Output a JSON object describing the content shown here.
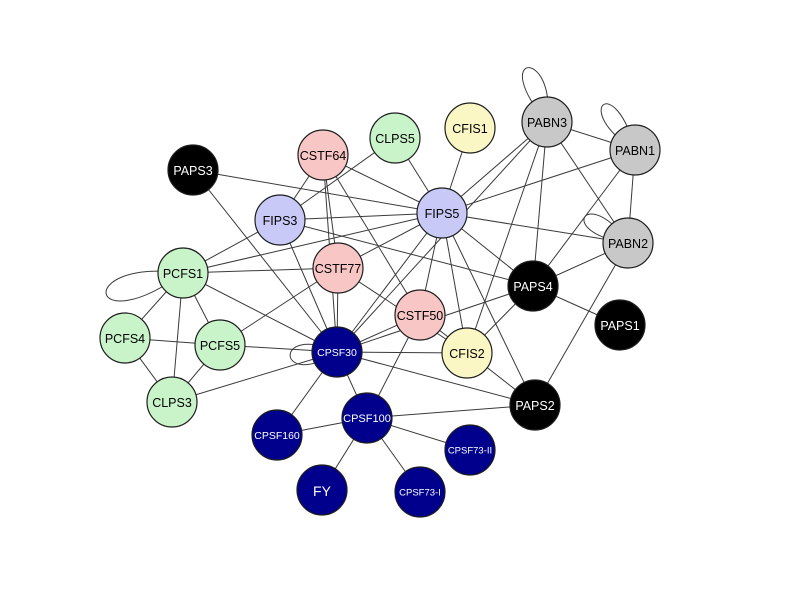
{
  "colors": {
    "background": "#ffffff",
    "edge": "#3a3a3a",
    "node_border": "#1e1e1e",
    "black": "#000000",
    "grey": "#c8c8c8",
    "pink": "#f9c6c6",
    "green": "#c9f3c9",
    "lavender": "#c8c9f7",
    "yellow": "#fbf7c4",
    "navy": "#00008c",
    "text_dark": "#000000",
    "text_light": "#ffffff"
  },
  "nodes": [
    {
      "id": "PAPS3",
      "label": "PAPS3",
      "color": "black"
    },
    {
      "id": "CSTF64",
      "label": "CSTF64",
      "color": "pink"
    },
    {
      "id": "CLPS5",
      "label": "CLPS5",
      "color": "green"
    },
    {
      "id": "CFIS1",
      "label": "CFIS1",
      "color": "yellow"
    },
    {
      "id": "PABN3",
      "label": "PABN3",
      "color": "grey"
    },
    {
      "id": "PABN1",
      "label": "PABN1",
      "color": "grey"
    },
    {
      "id": "FIPS3",
      "label": "FIPS3",
      "color": "lavender"
    },
    {
      "id": "FIPS5",
      "label": "FIPS5",
      "color": "lavender"
    },
    {
      "id": "PABN2",
      "label": "PABN2",
      "color": "grey"
    },
    {
      "id": "PCFS1",
      "label": "PCFS1",
      "color": "green"
    },
    {
      "id": "CSTF77",
      "label": "CSTF77",
      "color": "pink"
    },
    {
      "id": "PAPS4",
      "label": "PAPS4",
      "color": "black"
    },
    {
      "id": "PAPS1",
      "label": "PAPS1",
      "color": "black"
    },
    {
      "id": "PCFS4",
      "label": "PCFS4",
      "color": "green"
    },
    {
      "id": "PCFS5",
      "label": "PCFS5",
      "color": "green"
    },
    {
      "id": "CSTF50",
      "label": "CSTF50",
      "color": "pink"
    },
    {
      "id": "CPSF30",
      "label": "CPSF30",
      "color": "navy"
    },
    {
      "id": "CFIS2",
      "label": "CFIS2",
      "color": "yellow"
    },
    {
      "id": "CLPS3",
      "label": "CLPS3",
      "color": "green"
    },
    {
      "id": "PAPS2",
      "label": "PAPS2",
      "color": "black"
    },
    {
      "id": "CPSF100",
      "label": "CPSF100",
      "color": "navy"
    },
    {
      "id": "CPSF160",
      "label": "CPSF160",
      "color": "navy"
    },
    {
      "id": "CPSF73-II",
      "label": "CPSF73-II",
      "color": "navy"
    },
    {
      "id": "FY",
      "label": "FY",
      "color": "navy"
    },
    {
      "id": "CPSF73-I",
      "label": "CPSF73-I",
      "color": "navy"
    }
  ],
  "edges": [
    [
      "PAPS3",
      "FIPS5"
    ],
    [
      "PAPS3",
      "CPSF30"
    ],
    [
      "CSTF64",
      "FIPS3"
    ],
    [
      "CSTF64",
      "FIPS5"
    ],
    [
      "CSTF64",
      "CSTF77"
    ],
    [
      "CSTF64",
      "CSTF50"
    ],
    [
      "CSTF64",
      "CPSF30"
    ],
    [
      "CLPS5",
      "FIPS3"
    ],
    [
      "CLPS5",
      "FIPS5"
    ],
    [
      "CFIS1",
      "FIPS5"
    ],
    [
      "PABN3",
      "PABN1"
    ],
    [
      "PABN3",
      "FIPS5"
    ],
    [
      "PABN3",
      "PABN2"
    ],
    [
      "PABN3",
      "PAPS4"
    ],
    [
      "PABN3",
      "CFIS2"
    ],
    [
      "PABN3",
      "CPSF30"
    ],
    [
      "PABN1",
      "FIPS5"
    ],
    [
      "PABN1",
      "PABN2"
    ],
    [
      "PABN1",
      "PAPS4"
    ],
    [
      "FIPS3",
      "FIPS5"
    ],
    [
      "FIPS3",
      "PCFS1"
    ],
    [
      "FIPS3",
      "PAPS4"
    ],
    [
      "FIPS3",
      "CPSF30"
    ],
    [
      "FIPS5",
      "CSTF77"
    ],
    [
      "FIPS5",
      "PAPS4"
    ],
    [
      "FIPS5",
      "PABN2"
    ],
    [
      "FIPS5",
      "CSTF50"
    ],
    [
      "FIPS5",
      "CPSF30"
    ],
    [
      "FIPS5",
      "CFIS2"
    ],
    [
      "FIPS5",
      "PAPS2"
    ],
    [
      "FIPS5",
      "PCFS1"
    ],
    [
      "PABN2",
      "PAPS4"
    ],
    [
      "PABN2",
      "PAPS2"
    ],
    [
      "PCFS1",
      "CSTF77"
    ],
    [
      "PCFS1",
      "PCFS4"
    ],
    [
      "PCFS1",
      "PCFS5"
    ],
    [
      "PCFS1",
      "CLPS3"
    ],
    [
      "PCFS1",
      "CPSF30"
    ],
    [
      "CSTF77",
      "CPSF30"
    ],
    [
      "CSTF77",
      "PCFS5"
    ],
    [
      "CSTF77",
      "CFIS2"
    ],
    [
      "PAPS4",
      "PAPS1"
    ],
    [
      "PAPS4",
      "CPSF30"
    ],
    [
      "PAPS4",
      "CFIS2"
    ],
    [
      "PCFS4",
      "PCFS5"
    ],
    [
      "PCFS4",
      "CLPS3"
    ],
    [
      "PCFS5",
      "CLPS3"
    ],
    [
      "PCFS5",
      "CPSF30"
    ],
    [
      "CSTF50",
      "CPSF30"
    ],
    [
      "CSTF50",
      "CPSF100"
    ],
    [
      "CSTF50",
      "PAPS2"
    ],
    [
      "CPSF30",
      "CFIS2"
    ],
    [
      "CPSF30",
      "CLPS3"
    ],
    [
      "CPSF30",
      "CPSF100"
    ],
    [
      "CPSF30",
      "CPSF160"
    ],
    [
      "CPSF30",
      "PAPS2"
    ],
    [
      "CPSF100",
      "CPSF160"
    ],
    [
      "CPSF100",
      "CPSF73-II"
    ],
    [
      "CPSF100",
      "FY"
    ],
    [
      "CPSF100",
      "CPSF73-I"
    ],
    [
      "CPSF100",
      "PAPS2"
    ]
  ],
  "self_loops": [
    "PCFS1",
    "PABN3",
    "PABN1",
    "PABN2",
    "CPSF30"
  ]
}
